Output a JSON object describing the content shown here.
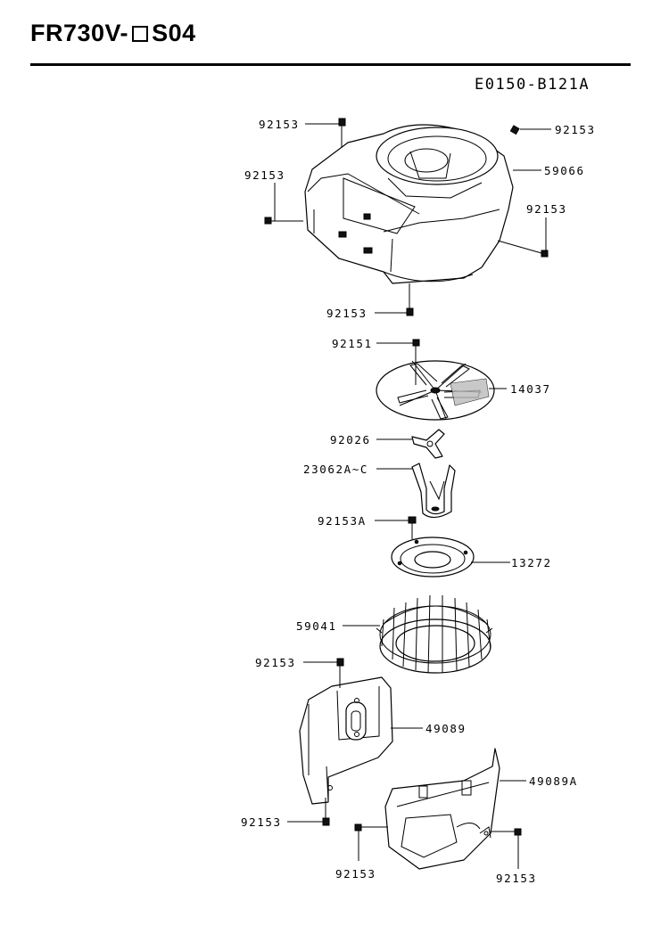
{
  "header": {
    "model": "FR730V-",
    "suffix": "S04",
    "diagram_code": "E0150-B121A"
  },
  "callouts": {
    "c1": "92153",
    "c2": "92153",
    "c3": "59066",
    "c4": "92153",
    "c5": "92153",
    "c6": "92153",
    "c7": "92151",
    "c8": "14037",
    "c9": "92026",
    "c10": "23062A~C",
    "c11": "92153A",
    "c12": "13272",
    "c13": "59041",
    "c14": "92153",
    "c15": "49089",
    "c16": "49089A",
    "c17": "92153",
    "c18": "92153",
    "c19": "92153"
  }
}
